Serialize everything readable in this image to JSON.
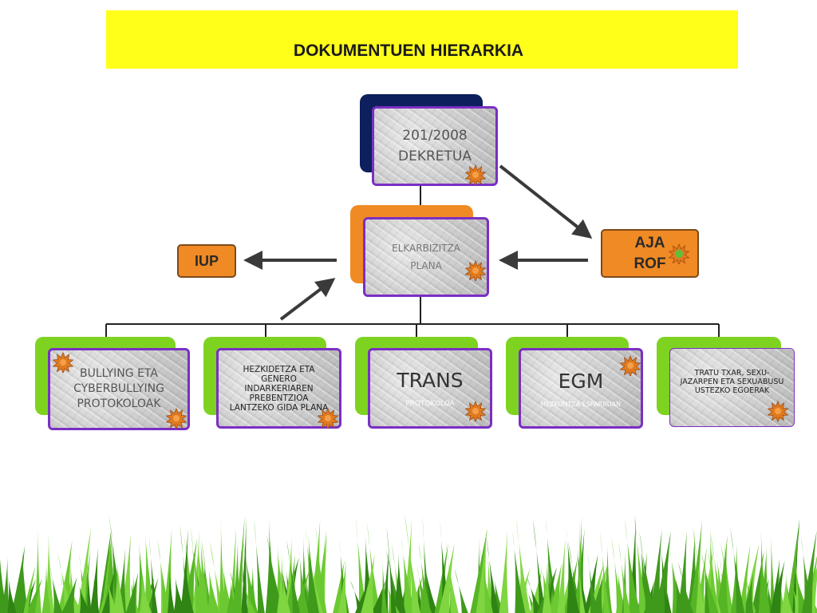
{
  "title": "DOKUMENTUEN HIERARKIA",
  "colors": {
    "banner": "#ffff1a",
    "navy": "#0d1f5c",
    "orange": "#f08a24",
    "green": "#7ed321",
    "purple": "#7a2fc4"
  },
  "nodes": {
    "dekretua": {
      "line1": "201/2008",
      "line2": "DEKRETUA"
    },
    "plana": {
      "line1": "ELKARBIZITZA",
      "line2": "PLANA"
    },
    "aja": {
      "line1": "AJA",
      "line2": "ROF"
    },
    "iup": {
      "label": "IUP"
    },
    "bullying": {
      "label": "BULLYING ETA CYBERBULLYING PROTOKOLOAK"
    },
    "hezkidetza": {
      "label": "HEZKIDETZA ETA GENERO INDARKERIAREN PREBENTZIOA LANTZEKO GIDA PLANA"
    },
    "trans": {
      "title": "TRANS",
      "subtitle": "PROTOKOLOA"
    },
    "egm": {
      "title": "EGM",
      "subtitle": "HEZKUNTZA ESPARRUAN"
    },
    "tratu": {
      "label": "TRATU TXAR, SEXU-JAZARPEN ETA SEXUABUSU USTEZKO EGOERAK"
    }
  },
  "icons": [
    "splat-icon",
    "arrow-icon"
  ]
}
